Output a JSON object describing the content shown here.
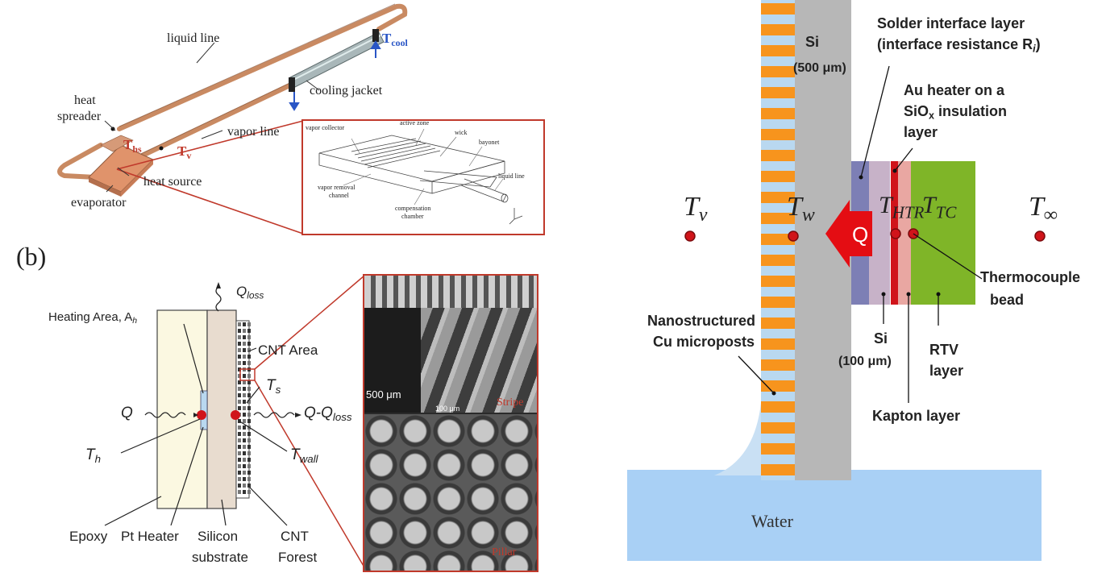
{
  "panel_a": {
    "liquid_line": "liquid line",
    "cooling_jacket": "cooling jacket",
    "heat_spreader_line1": "heat",
    "heat_spreader_line2": "spreader",
    "vapor_line": "vapor line",
    "heat_source": "heat source",
    "evaporator": "evaporator",
    "t_hs": "T",
    "t_hs_sub": "hs",
    "t_v": "T",
    "t_v_sub": "v",
    "t_cool": "T",
    "t_cool_sub": "cool",
    "inset": {
      "vapor_collector": "vapor collector",
      "active_zone": "active zone",
      "wick": "wick",
      "bayonet": "bayonet",
      "liquid_line": "liquid line",
      "vapor_removal_1": "vapor removal",
      "vapor_removal_2": "channel",
      "compensation_1": "compensation",
      "compensation_2": "chamber"
    }
  },
  "panel_b": {
    "label": "(b)",
    "q_loss": "Q",
    "q_loss_sub": "loss",
    "heating_area": "Heating Area, A",
    "heating_area_sub": "h",
    "cnt_area": "CNT Area",
    "t_s": "T",
    "t_s_sub": "s",
    "q": "Q",
    "q_minus": "Q-Q",
    "q_minus_sub": "loss",
    "t_h": "T",
    "t_h_sub": "h",
    "t_wall": "T",
    "t_wall_sub": "wall",
    "epoxy": "Epoxy",
    "pt_heater": "Pt Heater",
    "silicon_1": "Silicon",
    "silicon_2": "substrate",
    "cnt_1": "CNT",
    "cnt_2": "Forest",
    "sem_scale_1": "500 μm",
    "sem_scale_2": "100 μm",
    "sem_stripe": "Stripe",
    "sem_pillar": "Pillar"
  },
  "panel_c": {
    "si_top": "Si",
    "si_top_dim": "(500 μm)",
    "solder_1": "Solder interface layer",
    "solder_2": "(interface resistance R",
    "solder_2_sub": "i",
    "solder_2_end": ")",
    "au_1": "Au heater on a",
    "au_2": "SiO",
    "au_2_sub": "x",
    "au_2_end": " insulation",
    "au_3": "layer",
    "tv": "T",
    "tv_sub": "v",
    "tw": "T",
    "tw_sub": "w",
    "thtr": "T",
    "thtr_sub": "HTR",
    "ttc": "T",
    "ttc_sub": "TC",
    "tinf": "T",
    "tinf_sub": "∞",
    "q": "Q",
    "thermocouple_1": "Thermocouple",
    "thermocouple_2": "bead",
    "nano_1": "Nanostructured",
    "nano_2": "Cu microposts",
    "si_small": "Si",
    "si_small_dim": "(100 μm)",
    "rtv_1": "RTV",
    "rtv_2": "layer",
    "kapton": "Kapton layer",
    "water": "Water"
  },
  "colors": {
    "copper": "#c98a62",
    "red_frame": "#c0392b",
    "marker_red": "#d0141a",
    "orange": "#f7941d",
    "light_blue": "#b9d8f0",
    "water": "#a9d0f5",
    "gray_si": "#b7b7b7",
    "purple": "#7d7fb5",
    "kapton": "#e9a7a2",
    "rtv": "#7fb528",
    "epoxy": "#fbf8e1",
    "silicon": "#e8dccf"
  }
}
